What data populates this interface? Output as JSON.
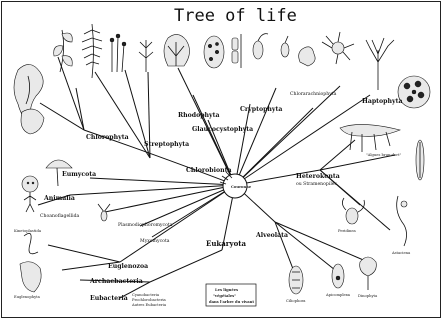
{
  "title": "Tree of life",
  "root_label": "Couronne",
  "branches": {
    "chlorophyta": "Chlorophyta",
    "streptophyta": "Streptophyta",
    "chlorobionta": "Chlorobionta",
    "rhodophyta": "Rhodophyta",
    "glaucocystophyta": "Glaucocystophyta",
    "cryptophyta": "Cryptophyta",
    "chlorarachniophyta": "Chlorarachniophyta",
    "haptophyta": "Haptophyta",
    "heterokonta": "Heterokonta",
    "heterokonta_sub": "ou Stramenopiles",
    "eumycota": "Eumycota",
    "animalia": "Animalia",
    "choanoflagellida": "Choanoflagellida",
    "plasmodiophoromycota": "Plasmodiophoromycota",
    "myxomycota": "Myxomycota",
    "euglenozoa": "Euglenozoa",
    "alveolata": "Alveolata",
    "eukaryota": "Eukaryota",
    "archaebacteria": "Archaebacteria",
    "eubacteria": "Eubacteria",
    "kinetoplastida": "Kinetoplastida",
    "euglenophyta": "Euglenophyta",
    "ciliophora": "Ciliophora",
    "apicomplexa": "Apicomplexa",
    "dinophyta": "Dinophyta",
    "algues_brunes": "\"Algues brun-dort\"",
    "peridinea": "Peridinea",
    "astaciena": "Astaciena",
    "cyanobacteria": "Cyanobacteria",
    "prochlorobacteria": "Prochlorobacteria",
    "autres_eubacteria": "Autres Eubacteria"
  },
  "note": {
    "line1": "Les lignées",
    "line2": "\"végétales\"",
    "line3": "dans l'arbre du vivant"
  }
}
